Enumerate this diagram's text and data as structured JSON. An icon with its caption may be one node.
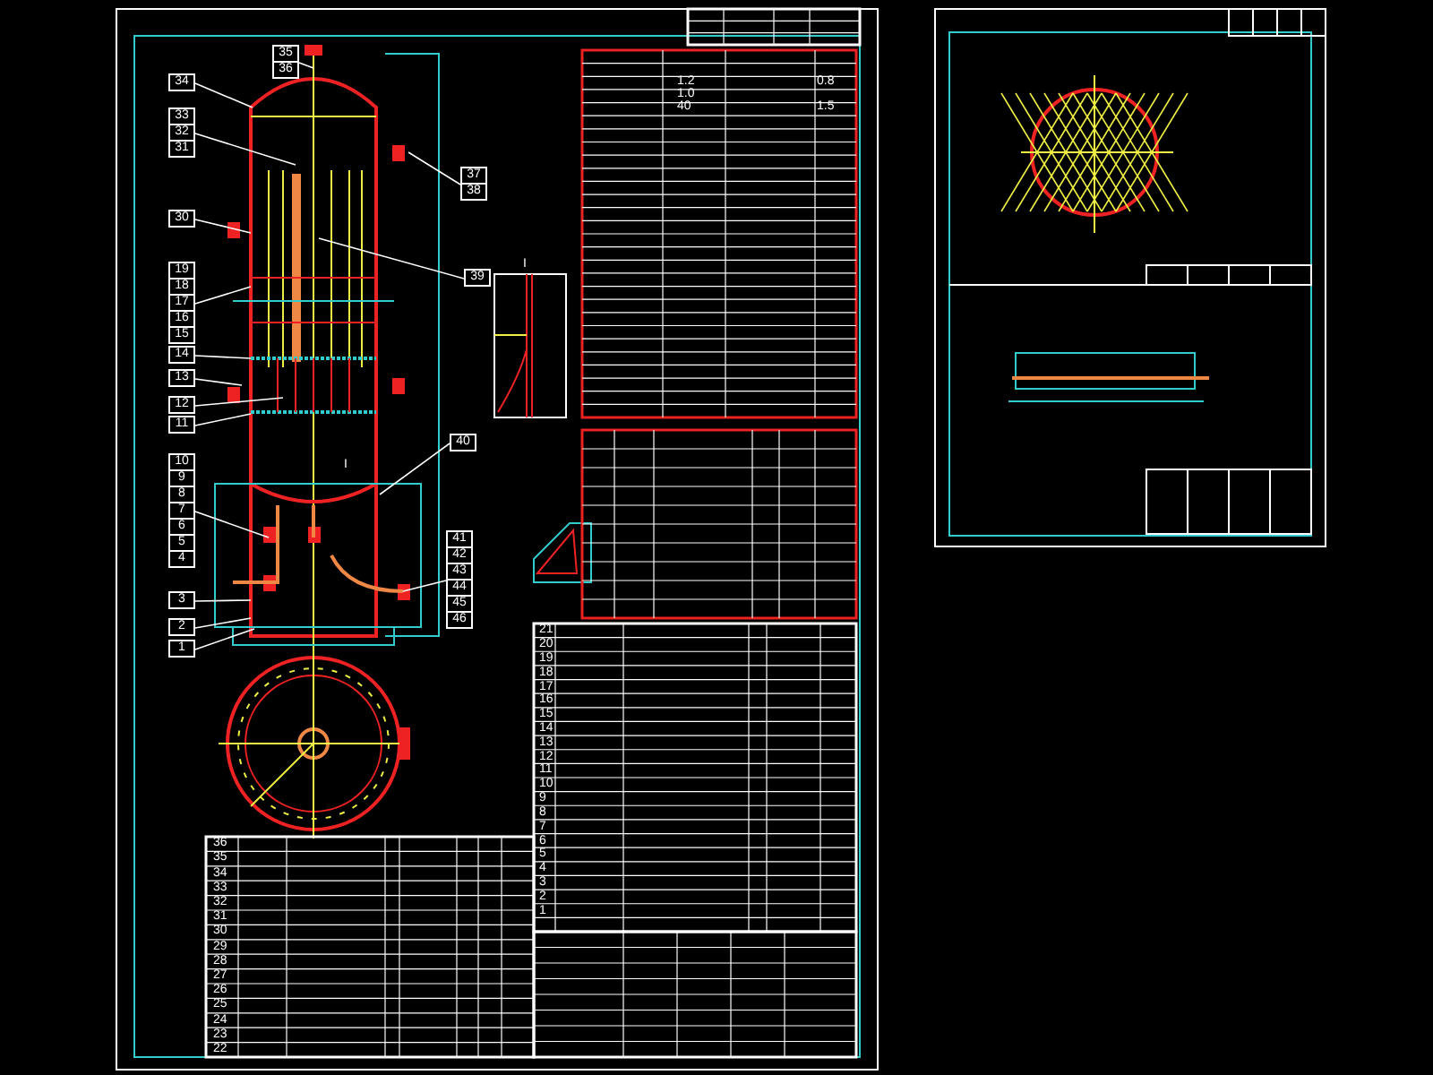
{
  "diagram": {
    "nodes": [
      {
        "text": [
          "35",
          "36"
        ]
      },
      {
        "text": [
          "34"
        ]
      },
      {
        "text": [
          "33",
          "32",
          "31"
        ]
      },
      {
        "text": [
          "30"
        ]
      },
      {
        "text": [
          "19",
          "18",
          "17",
          "16",
          "15"
        ]
      },
      {
        "text": [
          "14"
        ]
      },
      {
        "text": [
          "13"
        ]
      },
      {
        "text": [
          "12"
        ]
      },
      {
        "text": [
          "11"
        ]
      },
      {
        "text": [
          "10",
          "9",
          "8",
          "7",
          "6",
          "5",
          "4"
        ]
      },
      {
        "text": [
          "3"
        ]
      },
      {
        "text": [
          "2"
        ]
      },
      {
        "text": [
          "1"
        ]
      },
      {
        "text": [
          "37",
          "38"
        ]
      },
      {
        "text": [
          "39"
        ]
      },
      {
        "text": [
          "40"
        ]
      },
      {
        "text": [
          "41",
          "42",
          "43",
          "44",
          "45",
          "46"
        ]
      }
    ],
    "edges": [
      {
        "from": 0,
        "to": null,
        "arrow": "none"
      },
      {
        "from": 1,
        "to": null,
        "arrow": "none"
      },
      {
        "from": 2,
        "to": null,
        "arrow": "none"
      },
      {
        "from": 3,
        "to": null,
        "arrow": "none"
      },
      {
        "from": 4,
        "to": null,
        "arrow": "none"
      },
      {
        "from": 5,
        "to": null,
        "arrow": "none"
      },
      {
        "from": 6,
        "to": null,
        "arrow": "none"
      },
      {
        "from": 7,
        "to": null,
        "arrow": "none"
      },
      {
        "from": 8,
        "to": null,
        "arrow": "none"
      },
      {
        "from": 9,
        "to": null,
        "arrow": "none"
      },
      {
        "from": 10,
        "to": null,
        "arrow": "none"
      },
      {
        "from": 11,
        "to": null,
        "arrow": "none"
      },
      {
        "from": 12,
        "to": null,
        "arrow": "none"
      },
      {
        "from": 13,
        "to": null,
        "arrow": "none"
      },
      {
        "from": 14,
        "to": null,
        "arrow": "none"
      },
      {
        "from": 15,
        "to": null,
        "arrow": "none"
      },
      {
        "from": 16,
        "to": null,
        "arrow": "none"
      }
    ],
    "labels": [
      "I",
      "I",
      "1.2",
      "0.8",
      "1.0",
      "40",
      "1.5",
      "21",
      "20",
      "19",
      "18",
      "17",
      "16",
      "15",
      "14",
      "13",
      "12",
      "11",
      "10",
      "9",
      "8",
      "7",
      "6",
      "5",
      "4",
      "3",
      "2",
      "1",
      "36",
      "35",
      "34",
      "33",
      "32",
      "31",
      "30",
      "29",
      "28",
      "27",
      "26",
      "25",
      "24",
      "23",
      "22"
    ]
  }
}
